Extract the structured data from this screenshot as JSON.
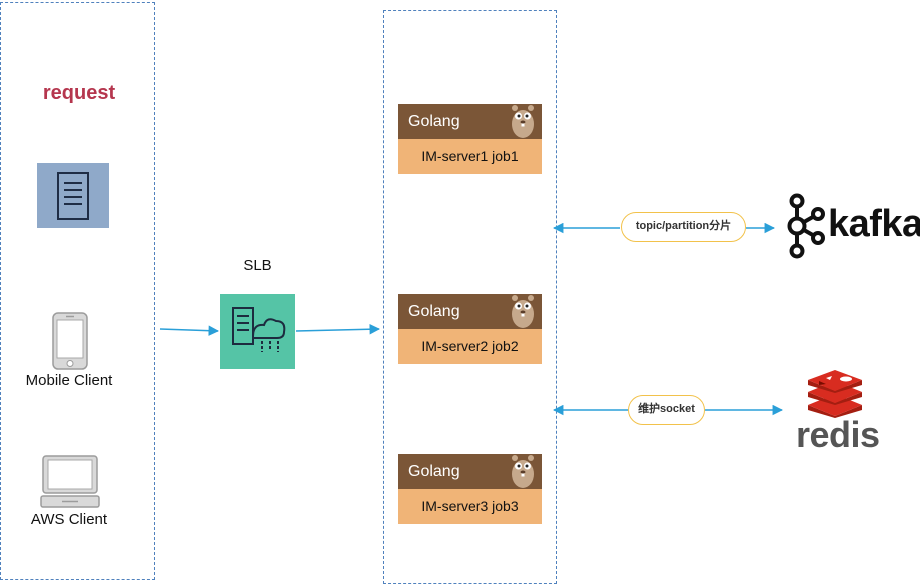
{
  "request": {
    "title": "request"
  },
  "clients": {
    "mobile_label": "Mobile Client",
    "aws_label": "AWS Client"
  },
  "slb": {
    "label": "SLB"
  },
  "servers": [
    {
      "lang": "Golang",
      "name": "IM-server1 job1"
    },
    {
      "lang": "Golang",
      "name": "IM-server2 job2"
    },
    {
      "lang": "Golang",
      "name": "IM-server3 job3"
    }
  ],
  "connections": {
    "kafka_label": "topic/partition分片",
    "redis_label": "维护socket"
  },
  "logos": {
    "kafka": "kafka",
    "redis": "redis"
  },
  "colors": {
    "group_border": "#4f81bd",
    "arrow": "#2a9fd8",
    "request_title": "#b5364e",
    "doc_tile": "#8fa9c9",
    "slb_tile": "#55c4a6",
    "server_header": "#7b5637",
    "server_body": "#f0b477",
    "pill_border": "#f2c24b",
    "redis_red": "#d82c20"
  },
  "icons": [
    "document-icon",
    "mobile-phone-icon",
    "laptop-icon",
    "cloud-server-icon",
    "gopher-icon",
    "kafka-logo-icon",
    "redis-logo-icon"
  ]
}
